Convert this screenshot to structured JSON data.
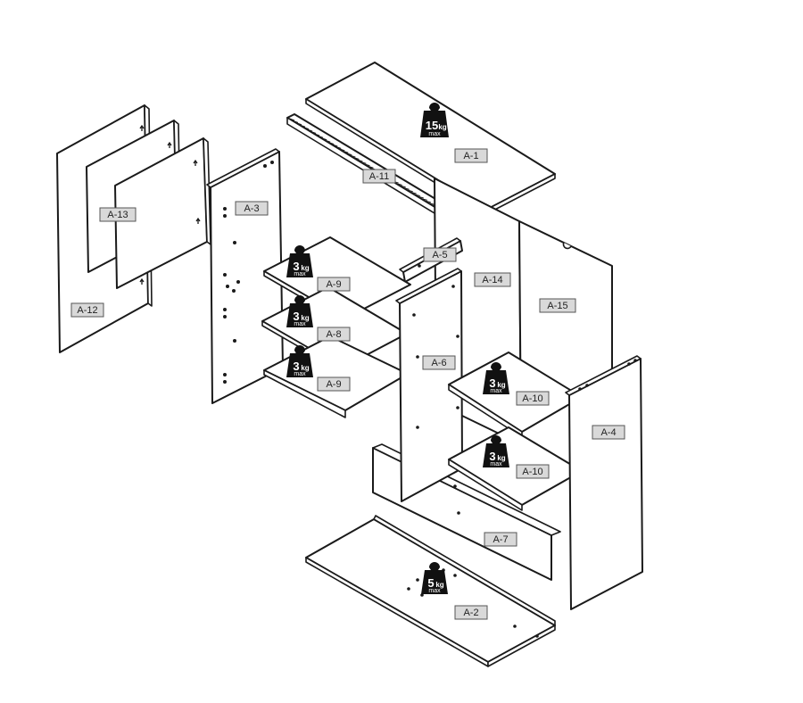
{
  "diagram": {
    "parts": [
      {
        "id": "A-1"
      },
      {
        "id": "A-2"
      },
      {
        "id": "A-3"
      },
      {
        "id": "A-4"
      },
      {
        "id": "A-5"
      },
      {
        "id": "A-6"
      },
      {
        "id": "A-7"
      },
      {
        "id": "A-8"
      },
      {
        "id": "A-9"
      },
      {
        "id": "A-9"
      },
      {
        "id": "A-10"
      },
      {
        "id": "A-10"
      },
      {
        "id": "A-11"
      },
      {
        "id": "A-12"
      },
      {
        "id": "A-13"
      },
      {
        "id": "A-14"
      },
      {
        "id": "A-15"
      }
    ],
    "load_limits": [
      {
        "value": "15",
        "unit": "kg",
        "note": "max"
      },
      {
        "value": "3",
        "unit": "kg",
        "note": "max"
      },
      {
        "value": "3",
        "unit": "kg",
        "note": "max"
      },
      {
        "value": "3",
        "unit": "kg",
        "note": "max"
      },
      {
        "value": "3",
        "unit": "kg",
        "note": "max"
      },
      {
        "value": "3",
        "unit": "kg",
        "note": "max"
      },
      {
        "value": "5",
        "unit": "kg",
        "note": "max"
      }
    ]
  }
}
